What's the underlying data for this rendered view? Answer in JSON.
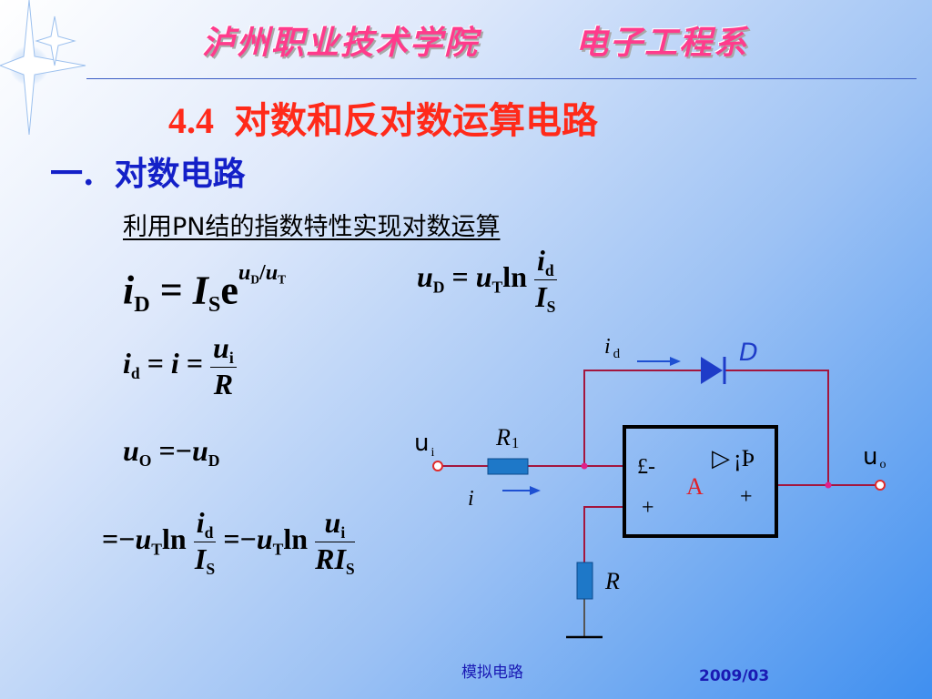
{
  "header": {
    "school": "泸州职业技术学院",
    "department": "电子工程系"
  },
  "title": {
    "number": "4.4",
    "text": "对数和反对数运算电路"
  },
  "section": {
    "marker": "一",
    "separator": ".",
    "heading": "对数电路"
  },
  "subtitle": "利用PN结的指数特性实现对数运算",
  "equations": {
    "eq1": {
      "i": "i",
      "D": "D",
      "eq": "=",
      "I": "I",
      "S": "S",
      "e": "e",
      "u1": "u",
      "D2": "D",
      "slash": "/",
      "u2": "u",
      "T": "T"
    },
    "eq2": {
      "u": "u",
      "D": "D",
      "eq": "=",
      "u2": "u",
      "T": "T",
      "ln": "ln",
      "num_i": "i",
      "num_d": "d",
      "den_I": "I",
      "den_S": "S"
    },
    "eq3": {
      "i": "i",
      "d": "d",
      "eq1": "=",
      "i2": "i",
      "eq2": "=",
      "num_u": "u",
      "num_i": "i",
      "den_R": "R"
    },
    "eq4": {
      "u": "u",
      "O": "O",
      "eq": "=",
      "minus": "−",
      "u2": "u",
      "D": "D"
    },
    "eq5": {
      "eq1": "=",
      "minus1": "−",
      "u1": "u",
      "T1": "T",
      "ln1": "ln",
      "n1_i": "i",
      "n1_d": "d",
      "d1_I": "I",
      "d1_S": "S",
      "eq2": "=",
      "minus2": "−",
      "u2": "u",
      "T2": "T",
      "ln2": "ln",
      "n2_u": "u",
      "n2_i": "i",
      "d2_RI": "RI",
      "d2_S": "S"
    }
  },
  "circuit": {
    "id_label": "i",
    "id_sub": "d",
    "diode_label": "D",
    "ui_label": "u",
    "ui_sub": "i",
    "r1_label": "R",
    "r1_sub": "1",
    "i_label": "i",
    "r_label": "R",
    "uo_label": "u",
    "uo_sub": "o",
    "opamp_label": "A",
    "opamp_triangle": "▷",
    "opamp_glyph": "¡Þ",
    "minus_glyph": "£-",
    "plus_left": "+",
    "plus_right": "+",
    "colors": {
      "wire": "#a3163e",
      "resistor": "#1e78c8",
      "arrow": "#1e50d2",
      "diode": "#1e3cc8",
      "opamp_label": "#e0202a"
    }
  },
  "footer": {
    "center": "模拟电路",
    "right": "2009/03"
  }
}
